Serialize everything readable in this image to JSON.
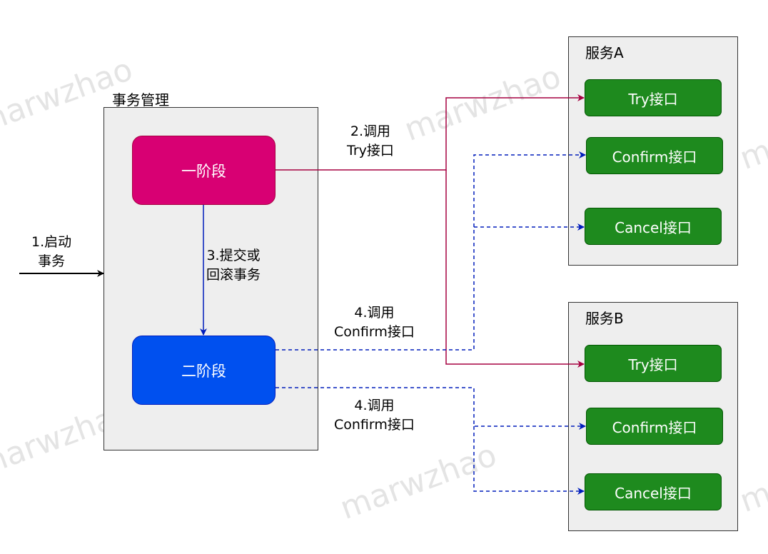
{
  "watermark": "marwzhao",
  "tm": {
    "title": "事务管理",
    "phase1": "一阶段",
    "phase2": "二阶段"
  },
  "serviceA": {
    "title": "服务A",
    "try": "Try接口",
    "confirm": "Confirm接口",
    "cancel": "Cancel接口"
  },
  "serviceB": {
    "title": "服务B",
    "try": "Try接口",
    "confirm": "Confirm接口",
    "cancel": "Cancel接口"
  },
  "labels": {
    "start": [
      "1.启动",
      "事务"
    ],
    "commit": [
      "3.提交或",
      "回滚事务"
    ],
    "callTry": [
      "2.调用",
      "Try接口"
    ],
    "callConfirm1": [
      "4.调用",
      "Confirm接口"
    ],
    "callConfirm2": [
      "4.调用",
      "Confirm接口"
    ]
  },
  "colors": {
    "tryLine": "#a50040",
    "confirmLine": "#001dbc",
    "phase1": "#d80073",
    "phase2": "#0050ef",
    "iface": "#1e8a1e"
  }
}
